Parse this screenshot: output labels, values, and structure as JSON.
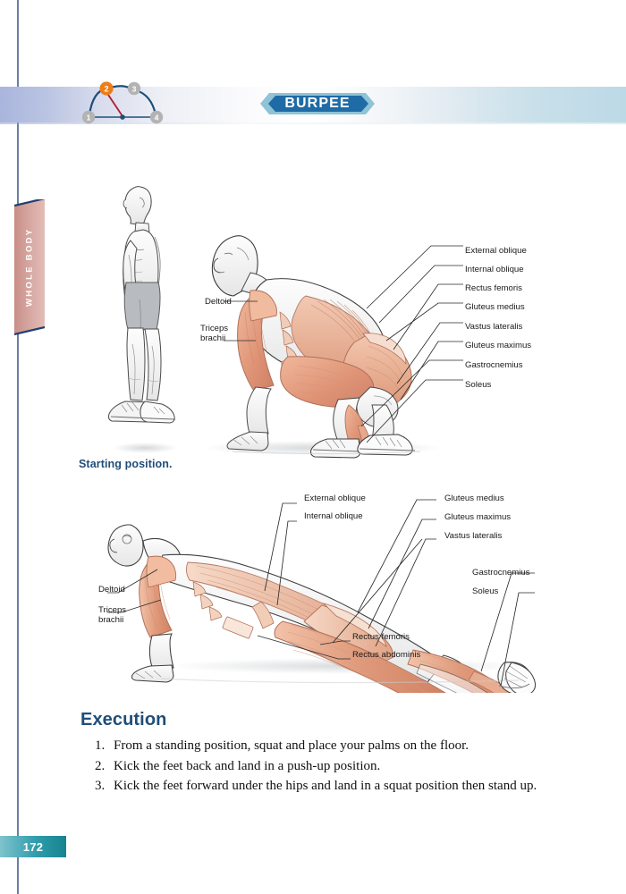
{
  "page": {
    "number": "172",
    "section_tab": "WHOLE BODY",
    "exercise_title": "BURPEE"
  },
  "step_diagram": {
    "steps": [
      {
        "label": "1",
        "state": "inactive"
      },
      {
        "label": "2",
        "state": "active"
      },
      {
        "label": "3",
        "state": "inactive"
      },
      {
        "label": "4",
        "state": "inactive"
      }
    ],
    "active_color": "#ef7d17",
    "inactive_color": "#b3b3b3",
    "arc_color": "#1f4e79",
    "pointer_color": "#b2182b"
  },
  "figure_one": {
    "caption": "Starting position.",
    "left_labels": [
      {
        "text": "Deltoid",
        "lines": [
          "Deltoid"
        ]
      },
      {
        "text": "Triceps brachii",
        "lines": [
          "Triceps",
          "brachii"
        ]
      }
    ],
    "right_labels": [
      "External oblique",
      "Internal oblique",
      "Rectus femoris",
      "Gluteus medius",
      "Vastus lateralis",
      "Gluteus maximus",
      "Gastrocnemius",
      "Soleus"
    ]
  },
  "figure_two": {
    "top_center_labels": [
      "External oblique",
      "Internal oblique"
    ],
    "right_labels": [
      "Gluteus medius",
      "Gluteus maximus",
      "Vastus lateralis",
      "Gastrocnemius",
      "Soleus"
    ],
    "left_labels": [
      {
        "text": "Deltoid",
        "lines": [
          "Deltoid"
        ]
      },
      {
        "text": "Triceps brachii",
        "lines": [
          "Triceps",
          "brachii"
        ]
      }
    ],
    "bottom_labels": [
      "Rectus femoris",
      "Rectus abdominis"
    ]
  },
  "execution": {
    "heading": "Execution",
    "steps": [
      {
        "num": "1.",
        "text": "From a standing position, squat and place your palms on the floor."
      },
      {
        "num": "2.",
        "text": "Kick the feet back and land in a push-up position."
      },
      {
        "num": "3.",
        "text": "Kick the feet forward under the hips and land in a squat position then stand up."
      }
    ]
  },
  "colors": {
    "heading_blue": "#1f4e79",
    "banner_blue": "#1f6ba5",
    "tab_rose": "#d3a29c",
    "page_teal": "#17838f",
    "muscle": "#e8a183"
  }
}
